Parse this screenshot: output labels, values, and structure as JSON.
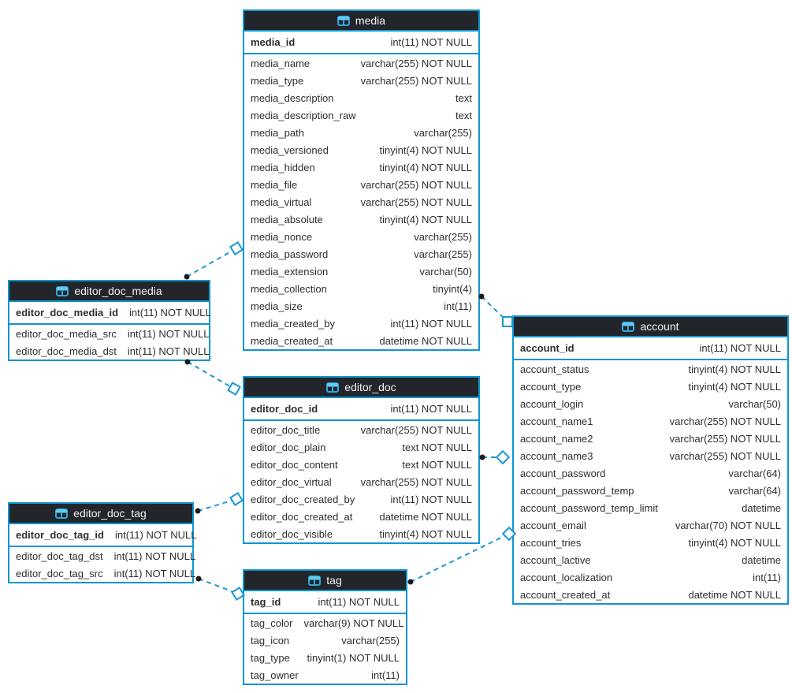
{
  "tables": [
    {
      "name": "media",
      "pk": {
        "name": "media_id",
        "type": "int(11) NOT NULL"
      },
      "columns": [
        {
          "name": "media_name",
          "type": "varchar(255) NOT NULL"
        },
        {
          "name": "media_type",
          "type": "varchar(255) NOT NULL"
        },
        {
          "name": "media_description",
          "type": "text"
        },
        {
          "name": "media_description_raw",
          "type": "text"
        },
        {
          "name": "media_path",
          "type": "varchar(255)"
        },
        {
          "name": "media_versioned",
          "type": "tinyint(4) NOT NULL"
        },
        {
          "name": "media_hidden",
          "type": "tinyint(4) NOT NULL"
        },
        {
          "name": "media_file",
          "type": "varchar(255) NOT NULL"
        },
        {
          "name": "media_virtual",
          "type": "varchar(255) NOT NULL"
        },
        {
          "name": "media_absolute",
          "type": "tinyint(4) NOT NULL"
        },
        {
          "name": "media_nonce",
          "type": "varchar(255)"
        },
        {
          "name": "media_password",
          "type": "varchar(255)"
        },
        {
          "name": "media_extension",
          "type": "varchar(50)"
        },
        {
          "name": "media_collection",
          "type": "tinyint(4)"
        },
        {
          "name": "media_size",
          "type": "int(11)"
        },
        {
          "name": "media_created_by",
          "type": "int(11) NOT NULL"
        },
        {
          "name": "media_created_at",
          "type": "datetime NOT NULL"
        }
      ]
    },
    {
      "name": "editor_doc_media",
      "pk": {
        "name": "editor_doc_media_id",
        "type": "int(11) NOT NULL"
      },
      "columns": [
        {
          "name": "editor_doc_media_src",
          "type": "int(11) NOT NULL"
        },
        {
          "name": "editor_doc_media_dst",
          "type": "int(11) NOT NULL"
        }
      ]
    },
    {
      "name": "editor_doc",
      "pk": {
        "name": "editor_doc_id",
        "type": "int(11) NOT NULL"
      },
      "columns": [
        {
          "name": "editor_doc_title",
          "type": "varchar(255) NOT NULL"
        },
        {
          "name": "editor_doc_plain",
          "type": "text NOT NULL"
        },
        {
          "name": "editor_doc_content",
          "type": "text NOT NULL"
        },
        {
          "name": "editor_doc_virtual",
          "type": "varchar(255) NOT NULL"
        },
        {
          "name": "editor_doc_created_by",
          "type": "int(11) NOT NULL"
        },
        {
          "name": "editor_doc_created_at",
          "type": "datetime NOT NULL"
        },
        {
          "name": "editor_doc_visible",
          "type": "tinyint(4) NOT NULL"
        }
      ]
    },
    {
      "name": "editor_doc_tag",
      "pk": {
        "name": "editor_doc_tag_id",
        "type": "int(11) NOT NULL"
      },
      "columns": [
        {
          "name": "editor_doc_tag_dst",
          "type": "int(11) NOT NULL"
        },
        {
          "name": "editor_doc_tag_src",
          "type": "int(11) NOT NULL"
        }
      ]
    },
    {
      "name": "tag",
      "pk": {
        "name": "tag_id",
        "type": "int(11) NOT NULL"
      },
      "columns": [
        {
          "name": "tag_color",
          "type": "varchar(9) NOT NULL"
        },
        {
          "name": "tag_icon",
          "type": "varchar(255)"
        },
        {
          "name": "tag_type",
          "type": "tinyint(1) NOT NULL"
        },
        {
          "name": "tag_owner",
          "type": "int(11)"
        }
      ]
    },
    {
      "name": "account",
      "pk": {
        "name": "account_id",
        "type": "int(11) NOT NULL"
      },
      "columns": [
        {
          "name": "account_status",
          "type": "tinyint(4) NOT NULL"
        },
        {
          "name": "account_type",
          "type": "tinyint(4) NOT NULL"
        },
        {
          "name": "account_login",
          "type": "varchar(50)"
        },
        {
          "name": "account_name1",
          "type": "varchar(255) NOT NULL"
        },
        {
          "name": "account_name2",
          "type": "varchar(255) NOT NULL"
        },
        {
          "name": "account_name3",
          "type": "varchar(255) NOT NULL"
        },
        {
          "name": "account_password",
          "type": "varchar(64)"
        },
        {
          "name": "account_password_temp",
          "type": "varchar(64)"
        },
        {
          "name": "account_password_temp_limit",
          "type": "datetime"
        },
        {
          "name": "account_email",
          "type": "varchar(70) NOT NULL"
        },
        {
          "name": "account_tries",
          "type": "tinyint(4) NOT NULL"
        },
        {
          "name": "account_lactive",
          "type": "datetime"
        },
        {
          "name": "account_localization",
          "type": "int(11)"
        },
        {
          "name": "account_created_at",
          "type": "datetime NOT NULL"
        }
      ]
    }
  ],
  "relations": [
    {
      "from": "editor_doc_media",
      "to": "media",
      "from_marker": "dot",
      "to_marker": "diamond"
    },
    {
      "from": "editor_doc_media",
      "to": "editor_doc",
      "from_marker": "dot",
      "to_marker": "diamond"
    },
    {
      "from": "editor_doc_tag",
      "to": "editor_doc",
      "from_marker": "dot",
      "to_marker": "diamond"
    },
    {
      "from": "editor_doc_tag",
      "to": "tag",
      "from_marker": "dot",
      "to_marker": "diamond"
    },
    {
      "from": "media",
      "to": "account",
      "from_marker": "dot",
      "to_marker": "square"
    },
    {
      "from": "editor_doc",
      "to": "account",
      "from_marker": "dot",
      "to_marker": "diamond"
    },
    {
      "from": "tag",
      "to": "account",
      "from_marker": "dot",
      "to_marker": "diamond"
    }
  ],
  "icons": {
    "table_icon": "table-grid"
  },
  "colors": {
    "table_border": "#1095d2",
    "header_bg": "#22262b",
    "header_text": "#f2f2f2",
    "row_text": "#2e2e2e",
    "relation_line": "#1a97d4",
    "icon_frame": "#2fa8dd",
    "icon_top": "#62c9f2"
  }
}
